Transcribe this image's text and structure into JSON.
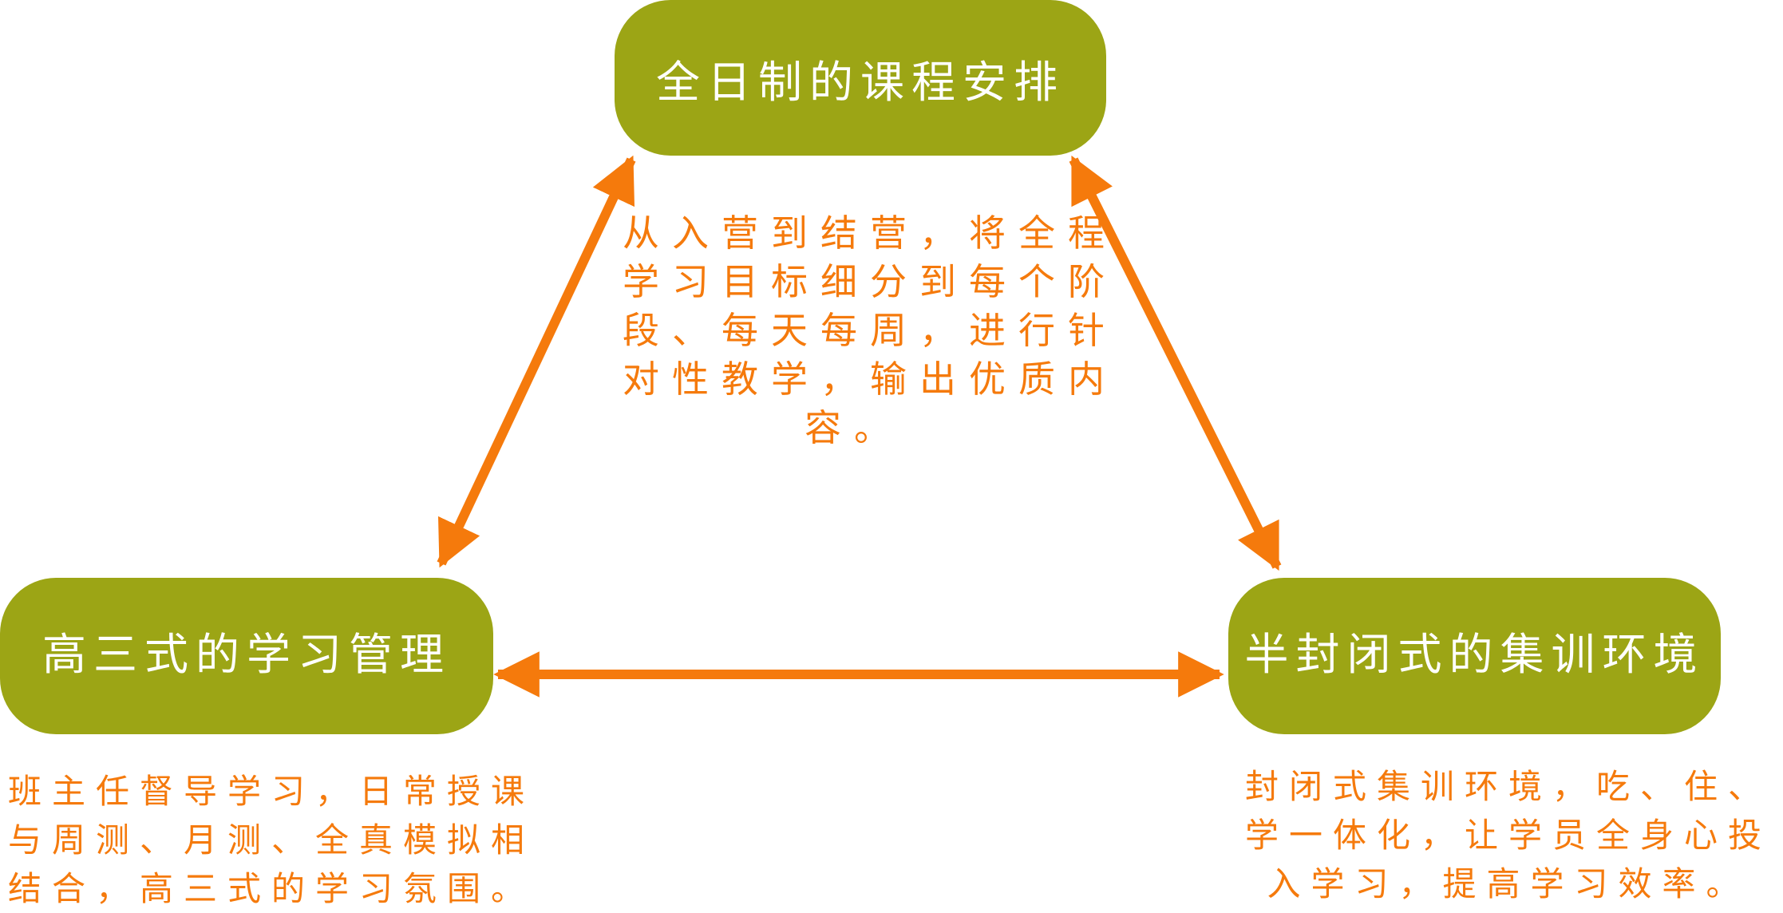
{
  "colors": {
    "node_fill": "#9ca515",
    "node_text": "#ffffff",
    "accent": "#f57a0c"
  },
  "nodes": {
    "top": {
      "title": "全日制的课程安排",
      "description": [
        "从入营到结营，将全程",
        "学习目标细分到每个阶",
        "段、每天每周，进行针",
        "对性教学，输出优质内",
        "容。"
      ]
    },
    "left": {
      "title": "高三式的学习管理",
      "description": [
        "班主任督导学习，日常授课",
        "与周测、月测、全真模拟相",
        "结合，高三式的学习氛围。"
      ]
    },
    "right": {
      "title": "半封闭式的集训环境",
      "description": [
        "封闭式集训环境，吃、住、",
        "学一体化，让学员全身心投",
        "入学习，提高学习效率。"
      ]
    }
  },
  "connections": [
    {
      "from": "top",
      "to": "left",
      "type": "bidirectional-arrow"
    },
    {
      "from": "top",
      "to": "right",
      "type": "bidirectional-arrow"
    },
    {
      "from": "left",
      "to": "right",
      "type": "bidirectional-arrow"
    }
  ]
}
